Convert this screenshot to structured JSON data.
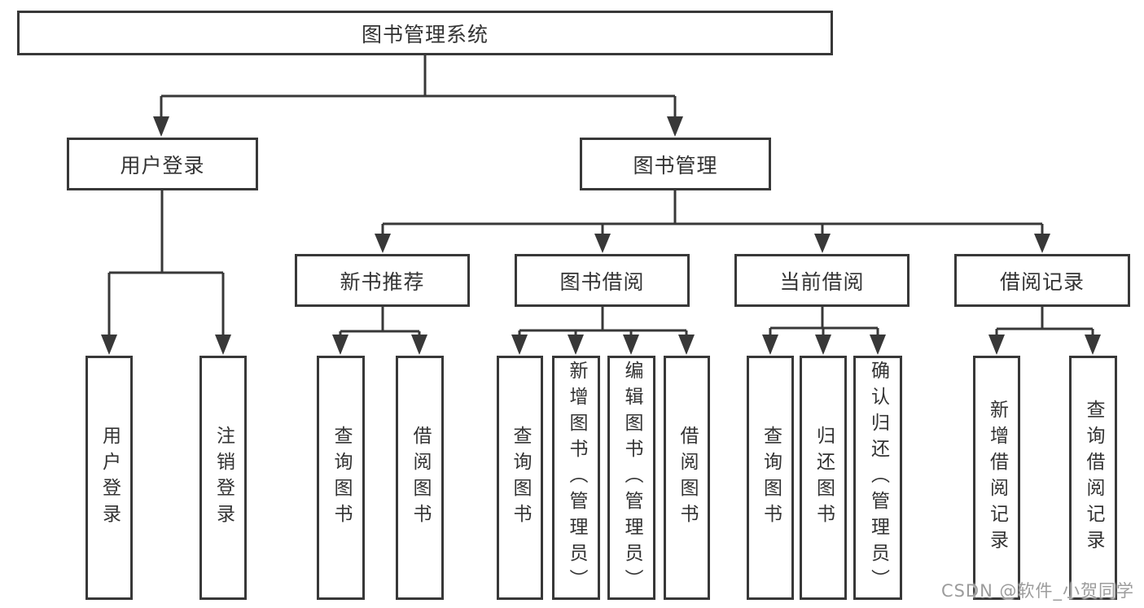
{
  "diagram": {
    "type": "hierarchy-tree",
    "watermark": "CSDN @软件_小贺同学",
    "colors": {
      "line": "#383838",
      "box_border": "#383838",
      "box_fill": "#ffffff",
      "text": "#333333",
      "background": "#ffffff",
      "watermark_text": "#9c9c9c"
    },
    "tree": {
      "label": "图书管理系统",
      "children": [
        {
          "label": "用户登录",
          "children": [
            {
              "label": "用户登录"
            },
            {
              "label": "注销登录"
            }
          ]
        },
        {
          "label": "图书管理",
          "children": [
            {
              "label": "新书推荐",
              "children": [
                {
                  "label": "查询图书"
                },
                {
                  "label": "借阅图书"
                }
              ]
            },
            {
              "label": "图书借阅",
              "children": [
                {
                  "label": "查询图书"
                },
                {
                  "label": "新增图书（管理员）"
                },
                {
                  "label": "编辑图书（管理员）"
                },
                {
                  "label": "借阅图书"
                }
              ]
            },
            {
              "label": "当前借阅",
              "children": [
                {
                  "label": "查询图书"
                },
                {
                  "label": "归还图书"
                },
                {
                  "label": "确认归还（管理员）"
                }
              ]
            },
            {
              "label": "借阅记录",
              "children": [
                {
                  "label": "新增借阅记录"
                },
                {
                  "label": "查询借阅记录"
                }
              ]
            }
          ]
        }
      ]
    }
  }
}
